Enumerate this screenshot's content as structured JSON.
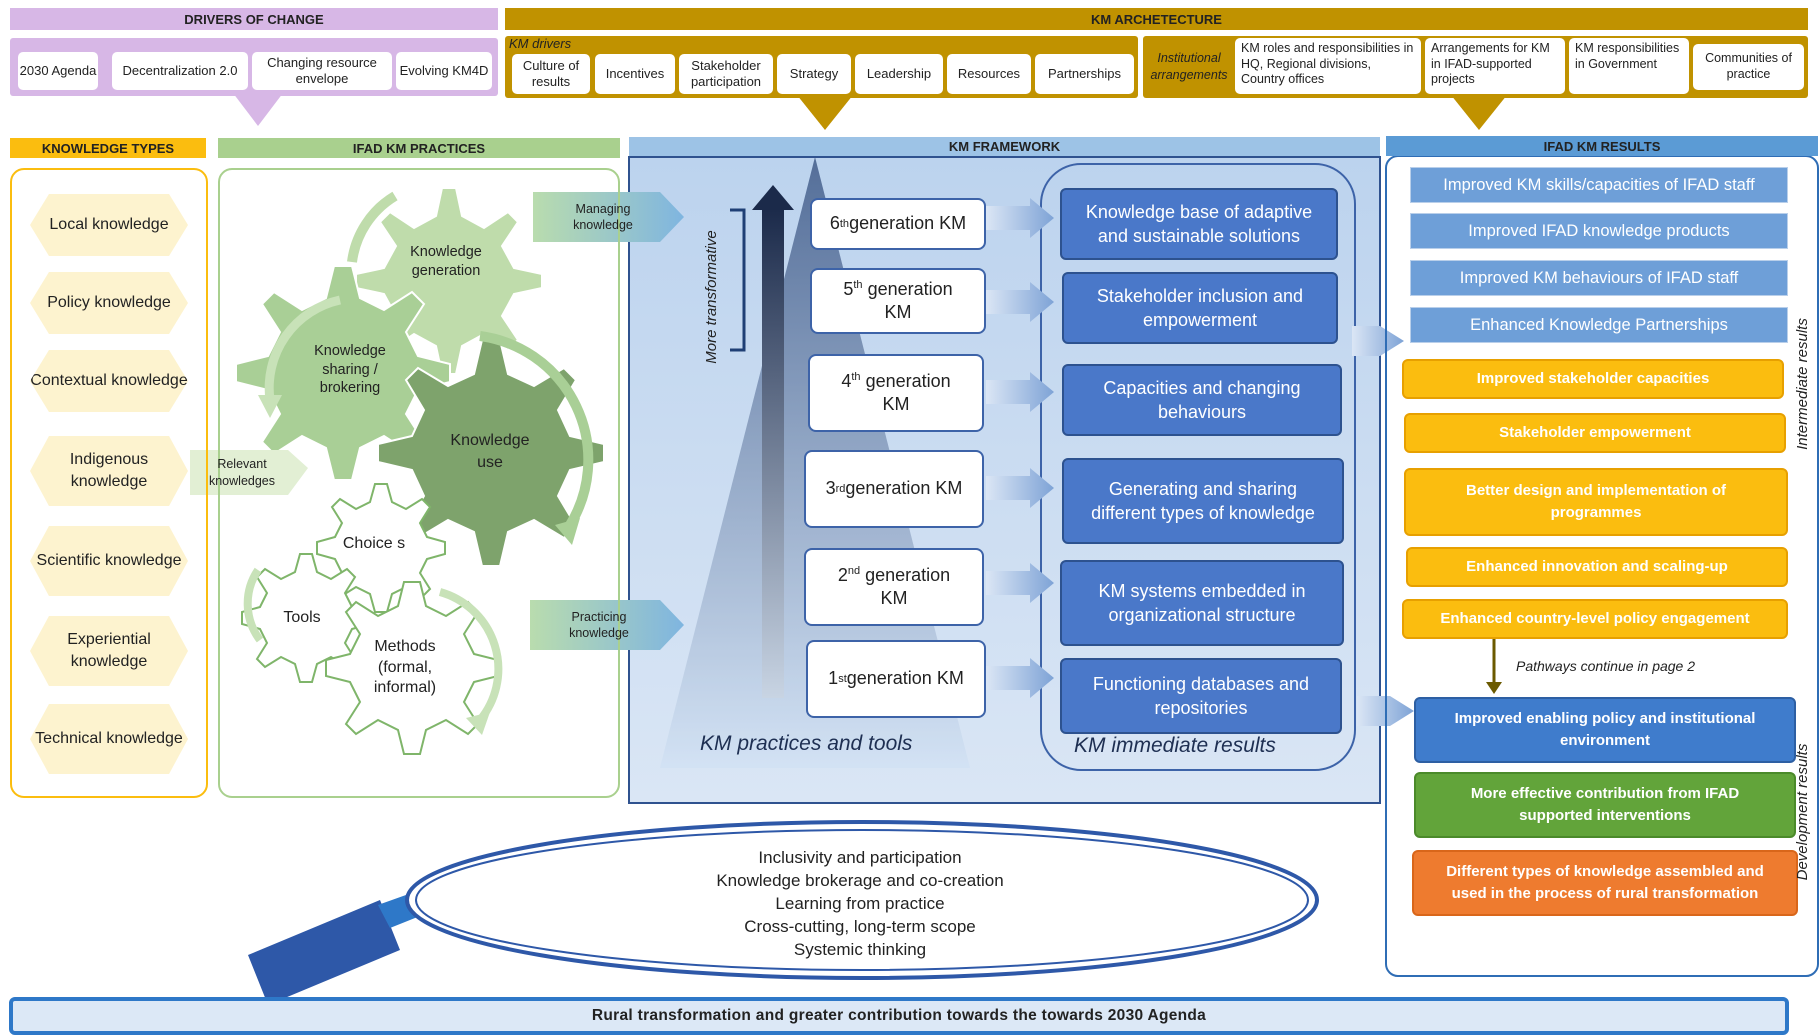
{
  "drivers_of_change": {
    "header": "DRIVERS OF CHANGE",
    "items": [
      "2030 Agenda",
      "Decentralization 2.0",
      "Changing resource envelope",
      "Evolving KM4D"
    ]
  },
  "km_architecture": {
    "header": "KM ARCHETECTURE",
    "drivers_label": "KM drivers",
    "drivers": [
      "Culture of results",
      "Incentives",
      "Stakeholder participation",
      "Strategy",
      "Leadership",
      "Resources",
      "Partnerships"
    ],
    "institutional_label": "Institutional arrangements",
    "institutional": [
      "KM roles and responsibilities in HQ, Regional divisions, Country offices",
      "Arrangements for KM in IFAD-supported projects",
      "KM responsibilities in Government",
      "Communities of practice"
    ]
  },
  "knowledge_types": {
    "header": "KNOWLEDGE TYPES",
    "items": [
      "Local knowledge",
      "Policy knowledge",
      "Contextual knowledge",
      "Indigenous knowledge",
      "Scientific knowledge",
      "Experiential knowledge",
      "Technical knowledge"
    ]
  },
  "km_practices": {
    "header": "IFAD KM PRACTICES",
    "relevant": "Relevant knowledges",
    "gears": {
      "generation": "Knowledge generation",
      "sharing": "Knowledge sharing / brokering",
      "use": "Knowledge use",
      "choices": "Choice s",
      "tools": "Tools",
      "methods": "Methods (formal, informal)"
    },
    "managing": "Managing knowledge",
    "practicing": "Practicing knowledge"
  },
  "km_framework": {
    "header": "KM FRAMEWORK",
    "more_transformative": "More transformative",
    "generations": [
      {
        "ord": "6",
        "sup": "th",
        "rest": " generation KM"
      },
      {
        "ord": "5",
        "sup": "th",
        "rest": " generation KM"
      },
      {
        "ord": "4",
        "sup": "th",
        "rest": " generation KM"
      },
      {
        "ord": "3",
        "sup": "rd",
        "rest": " generation KM"
      },
      {
        "ord": "2",
        "sup": "nd",
        "rest": " generation KM"
      },
      {
        "ord": "1",
        "sup": "st",
        "rest": " generation KM"
      }
    ],
    "results": [
      "Knowledge base of adaptive and sustainable solutions",
      "Stakeholder inclusion and empowerment",
      "Capacities and changing behaviours",
      "Generating and sharing different types of knowledge",
      "KM systems embedded in organizational structure",
      "Functioning databases and repositories"
    ],
    "practices_caption": "KM practices and tools",
    "results_caption": "KM immediate results"
  },
  "ifad_km_results": {
    "header": "IFAD KM RESULTS",
    "intermediate_label": "Intermediate results",
    "development_label": "Development results",
    "blue_items": [
      "Improved KM skills/capacities of IFAD staff",
      "Improved IFAD knowledge products",
      "Improved KM behaviours of IFAD staff",
      "Enhanced Knowledge Partnerships"
    ],
    "yellow_items": [
      "Improved stakeholder capacities",
      "Stakeholder empowerment",
      "Better design  and implementation of programmes",
      "Enhanced  innovation and scaling-up",
      "Enhanced country-level policy engagement"
    ],
    "pathways_note": "Pathways continue in page 2",
    "dev_items": [
      {
        "label": "Improved enabling policy and institutional environment",
        "color": "#3f7ccc"
      },
      {
        "label": "More effective contribution from IFAD supported interventions",
        "color": "#62a43a"
      },
      {
        "label": "Different types of knowledge assembled and used in the process of rural transformation",
        "color": "#ee7b2f"
      }
    ]
  },
  "lens_principles": [
    "Inclusivity and participation",
    "Knowledge brokerage and co-creation",
    "Learning from practice",
    "Cross-cutting, long-term scope",
    "Systemic thinking"
  ],
  "footer": "Rural transformation and greater contribution towards the towards 2030 Agenda",
  "colors": {
    "drivers_purple": "#d7b7e6",
    "architecture_gold": "#c09200",
    "knowledge_yellow": "#fbbd0f",
    "practices_green": "#a9d08e",
    "framework_blue": "#9dc3e6",
    "result_blue": "#4a78c9"
  }
}
